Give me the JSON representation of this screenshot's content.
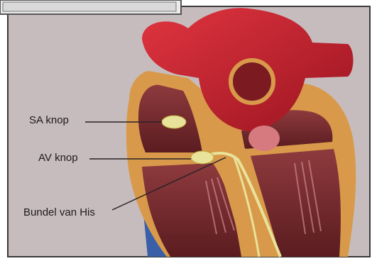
{
  "labels": {
    "sa_node": "SA knop",
    "av_node": "AV knop",
    "bundle_of_his": "Bundel van His"
  },
  "colors": {
    "background": "#c7bcbd",
    "aorta": "#c41e2a",
    "heart_wall": "#d89a4a",
    "chamber": "#7c2a2e",
    "node": "#e8e29a",
    "vein": "#3a5fa8"
  }
}
